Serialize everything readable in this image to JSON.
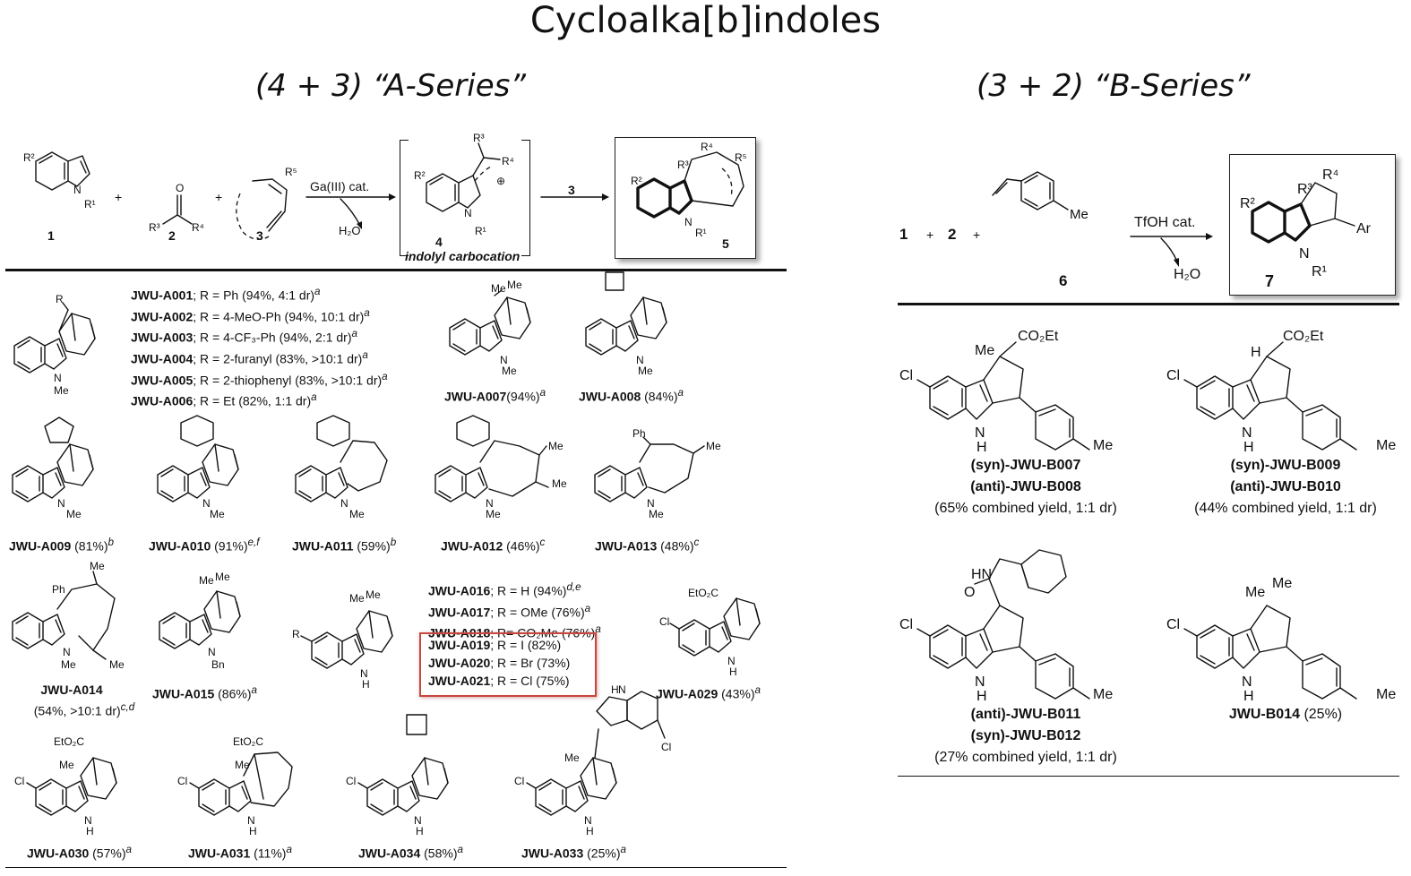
{
  "title": "Cycloalka[b]indoles",
  "a_series": {
    "title": "(4 + 3) “A-Series”",
    "scheme": {
      "labels": [
        "1",
        "2",
        "3",
        "4",
        "5"
      ],
      "plus": "+",
      "reagent": "Ga(III) cat.",
      "byproduct": "H₂O",
      "step_reagent": "3",
      "intermediate_label": "indolyl carbocation"
    },
    "compound_list": [
      {
        "id": "JWU-A001",
        "text": "; R = Ph (94%, 4:1 dr)",
        "sup": "a"
      },
      {
        "id": "JWU-A002",
        "text": "; R = 4-MeO-Ph (94%, 10:1 dr)",
        "sup": "a"
      },
      {
        "id": "JWU-A003",
        "text": "; R = 4-CF₃-Ph (94%, 2:1 dr)",
        "sup": "a"
      },
      {
        "id": "JWU-A004",
        "text": "; R = 2-furanyl (83%, >10:1 dr)",
        "sup": "a"
      },
      {
        "id": "JWU-A005",
        "text": "; R = 2-thiophenyl (83%, >10:1 dr)",
        "sup": "a"
      },
      {
        "id": "JWU-A006",
        "text": "; R = Et (82%, 1:1 dr)",
        "sup": "a"
      }
    ],
    "row1": [
      {
        "id": "JWU-A007",
        "text": "(94%)",
        "sup": "a"
      },
      {
        "id": "JWU-A008",
        "text": " (84%)",
        "sup": "a"
      }
    ],
    "row2": [
      {
        "id": "JWU-A009",
        "text": " (81%)",
        "sup": "b"
      },
      {
        "id": "JWU-A010",
        "text": " (91%)",
        "sup": "e,f"
      },
      {
        "id": "JWU-A011",
        "text": " (59%)",
        "sup": "b"
      },
      {
        "id": "JWU-A012",
        "text": " (46%)",
        "sup": "c"
      },
      {
        "id": "JWU-A013",
        "text": " (48%)",
        "sup": "c"
      }
    ],
    "row3": {
      "a014_id": "JWU-A014",
      "a014_text": "(54%, >10:1 dr)",
      "a014_sup": "c,d",
      "a015_id": "JWU-A015",
      "a015_text": " (86%)",
      "a015_sup": "a",
      "list": [
        {
          "id": "JWU-A016",
          "text": "; R = H (94%)",
          "sup": "d,e"
        },
        {
          "id": "JWU-A017",
          "text": "; R = OMe (76%)",
          "sup": "a"
        },
        {
          "id": "JWU-A018",
          "text": "; R= CO₂Me (76%)",
          "sup": "a"
        }
      ],
      "boxed": [
        {
          "id": "JWU-A019",
          "text": "; R = I (82%)"
        },
        {
          "id": "JWU-A020",
          "text": "; R = Br (73%)"
        },
        {
          "id": "JWU-A021",
          "text": "; R = Cl (75%)"
        }
      ],
      "a029_id": "JWU-A029",
      "a029_text": " (43%)",
      "a029_sup": "a"
    },
    "row4": [
      {
        "id": "JWU-A030",
        "text": " (57%)",
        "sup": "a"
      },
      {
        "id": "JWU-A031",
        "text": " (11%)",
        "sup": "a"
      },
      {
        "id": "JWU-A034",
        "text": " (58%)",
        "sup": "a"
      },
      {
        "id": "JWU-A033",
        "text": " (25%)",
        "sup": "a"
      }
    ]
  },
  "b_series": {
    "title": "(3 + 2) “B-Series”",
    "scheme": {
      "r1": "1",
      "r2": "2",
      "r6": "6",
      "product": "7",
      "plus": "+",
      "reagent": "TfOH cat.",
      "byproduct": "H₂O"
    },
    "compounds": [
      {
        "line1": "(syn)-JWU-B007",
        "line2": "(anti)-JWU-B008",
        "line3": "(65% combined yield, 1:1 dr)"
      },
      {
        "line1": "(syn)-JWU-B009",
        "line2": "(anti)-JWU-B010",
        "line3": "(44% combined yield, 1:1 dr)"
      },
      {
        "line1": "(anti)-JWU-B011",
        "line2": "(syn)-JWU-B012",
        "line3": "(27% combined yield, 1:1 dr)"
      },
      {
        "line1": "JWU-B014",
        "line3": " (25%)"
      }
    ]
  },
  "atoms": {
    "R": "R",
    "R1": "R¹",
    "R2": "R²",
    "R3": "R³",
    "R4": "R⁴",
    "R5": "R⁵",
    "N": "N",
    "NH": "N",
    "H": "H",
    "O": "O",
    "Me": "Me",
    "Bn": "Bn",
    "Ph": "Ph",
    "Cl": "Cl",
    "Ar": "Ar",
    "CO2Et": "CO₂Et",
    "EtO2C": "EtO₂C",
    "HN": "HN",
    "plus_charge": "⊕"
  }
}
